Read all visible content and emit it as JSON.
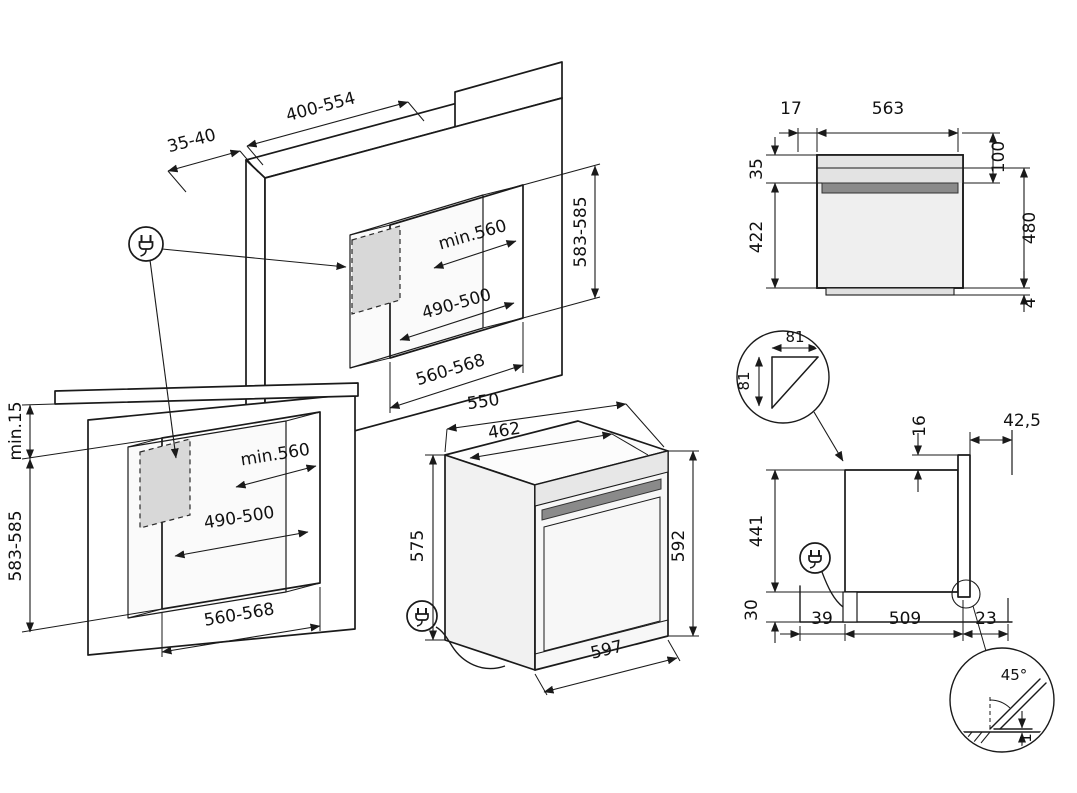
{
  "title": "Built-in oven installation diagram",
  "colors": {
    "line": "#1a1a1a",
    "panel": "#efefef",
    "handle": "#8a8a8a",
    "socket_zone": "#d8d8d8"
  },
  "icons": {
    "power_plug": "power-plug"
  },
  "tall_cabinet": {
    "top_opening": "400-554",
    "top_clearance": "35-40",
    "niche_height": "583-585",
    "niche_depth": "min.560",
    "back_clearance": "490-500",
    "niche_width": "560-568"
  },
  "base_cabinet": {
    "counter_clearance": "min.15",
    "niche_height": "583-585",
    "niche_depth": "min.560",
    "back_clearance": "490-500",
    "niche_width": "560-568"
  },
  "oven": {
    "depth_total": "550",
    "depth_frame": "462",
    "height_rear": "575",
    "height_front": "592",
    "width": "597"
  },
  "front_view": {
    "side_offset": "17",
    "inner_width": "563",
    "top_offset": "100",
    "panel_height": "35",
    "door_height": "422",
    "overall_height": "480",
    "bottom_gap": "4"
  },
  "side_view": {
    "top_step": "16",
    "front_clearance": "42,5",
    "rear_height": "441",
    "bottom_clearance": "30",
    "rear_gap": "39",
    "bottom_depth": "509",
    "front_gap": "23"
  },
  "details": {
    "chamfer_width": "81",
    "chamfer_height": "81",
    "door_angle": "45°",
    "floor_gap": "1"
  }
}
